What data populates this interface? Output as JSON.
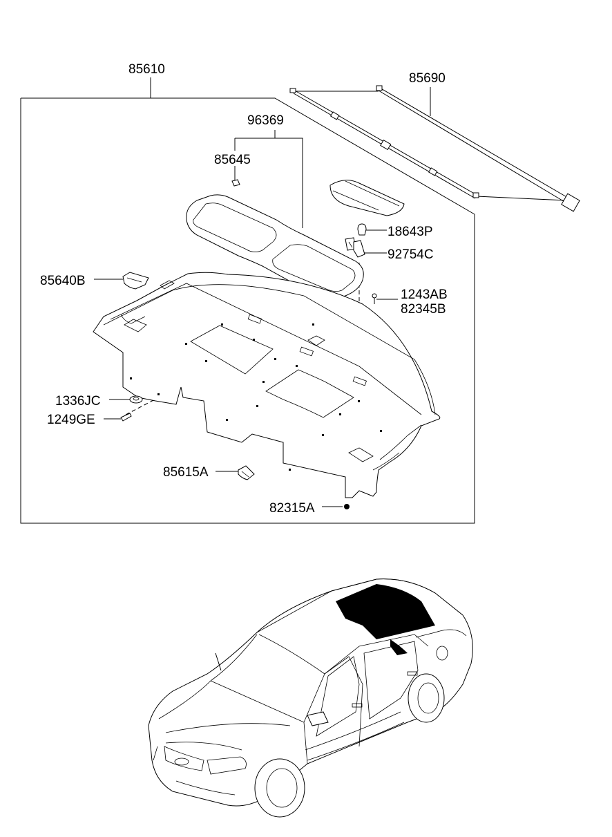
{
  "diagram": {
    "part_labels": {
      "p85610": "85610",
      "p85690": "85690",
      "p96369": "96369",
      "p85645": "85645",
      "p18643P": "18643P",
      "p92754C": "92754C",
      "p85640B": "85640B",
      "p1243AB": "1243AB",
      "p82345B": "82345B",
      "p1336JC": "1336JC",
      "p1249GE": "1249GE",
      "p85615A": "85615A",
      "p82315A": "82315A"
    },
    "colors": {
      "line": "#000000",
      "background": "#ffffff",
      "highlight": "#000000"
    }
  }
}
